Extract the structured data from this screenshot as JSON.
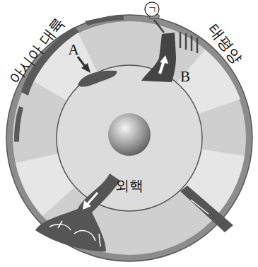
{
  "diagram": {
    "nodes": [
      {
        "text": [
          "외핵"
        ]
      },
      {
        "text": [
          "ㄱ"
        ]
      }
    ],
    "labels": [
      "아시아 대륙",
      "태평양",
      "A",
      "B"
    ]
  }
}
